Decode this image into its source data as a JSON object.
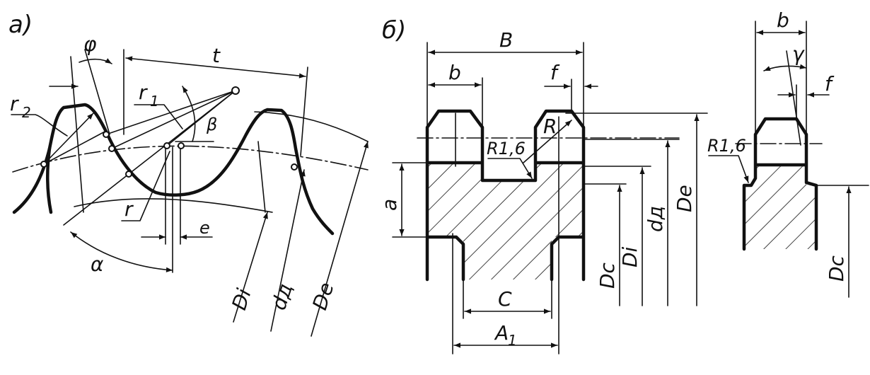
{
  "figure": {
    "panel_a": {
      "label": "a)",
      "labels": {
        "t": "t",
        "phi": "φ",
        "r2": "r",
        "r2_sub": "2",
        "r1": "r",
        "r1_sub": "1",
        "beta": "β",
        "r": "r",
        "e": "e",
        "alpha": "α",
        "Di": "Di",
        "dd": "dд",
        "De": "De"
      }
    },
    "panel_b": {
      "label": "б)",
      "labels": {
        "B": "B",
        "b": "b",
        "f": "f",
        "R": "R",
        "R16": "R1,6",
        "a": "a",
        "C": "C",
        "A1": "A",
        "A1_sub": "1",
        "Dc": "Dc",
        "Di": "Di",
        "dd": "dд",
        "De": "De"
      }
    },
    "panel_c": {
      "labels": {
        "b": "b",
        "gamma": "γ",
        "f": "f",
        "R16": "R1,6",
        "Dc": "Dc"
      }
    }
  }
}
